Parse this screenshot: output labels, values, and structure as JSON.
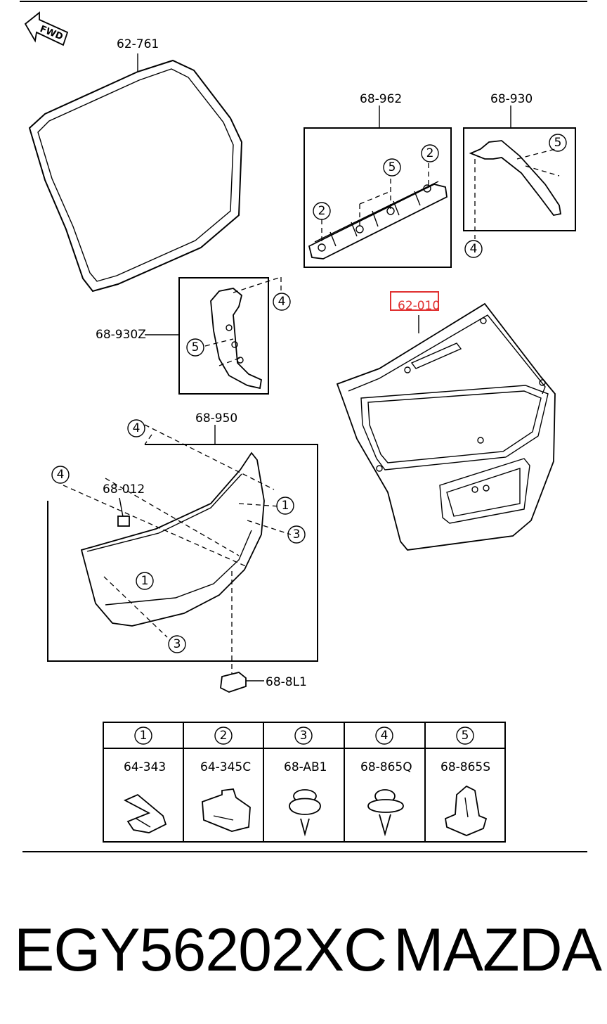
{
  "direction_label": "FWD",
  "highlighted_part": "62-010",
  "callouts": {
    "weatherstrip": "62-761",
    "spoiler_trim": "68-962",
    "side_trim_right": "68-930",
    "side_trim_left": "68-930Z",
    "lower_trim": "68-950",
    "grommet": "68-012",
    "light": "68-8L1"
  },
  "circle_numbers": [
    "1",
    "2",
    "3",
    "4",
    "5"
  ],
  "fasteners_table": [
    {
      "index": "1",
      "part": "64-343"
    },
    {
      "index": "2",
      "part": "64-345C"
    },
    {
      "index": "3",
      "part": "68-AB1"
    },
    {
      "index": "4",
      "part": "68-865Q"
    },
    {
      "index": "5",
      "part": "68-865S"
    }
  ],
  "footer": {
    "part_number": "EGY56202XC",
    "brand": "MAZDA"
  },
  "colors": {
    "highlight": "#e03030",
    "line": "#000000",
    "background": "#ffffff"
  }
}
